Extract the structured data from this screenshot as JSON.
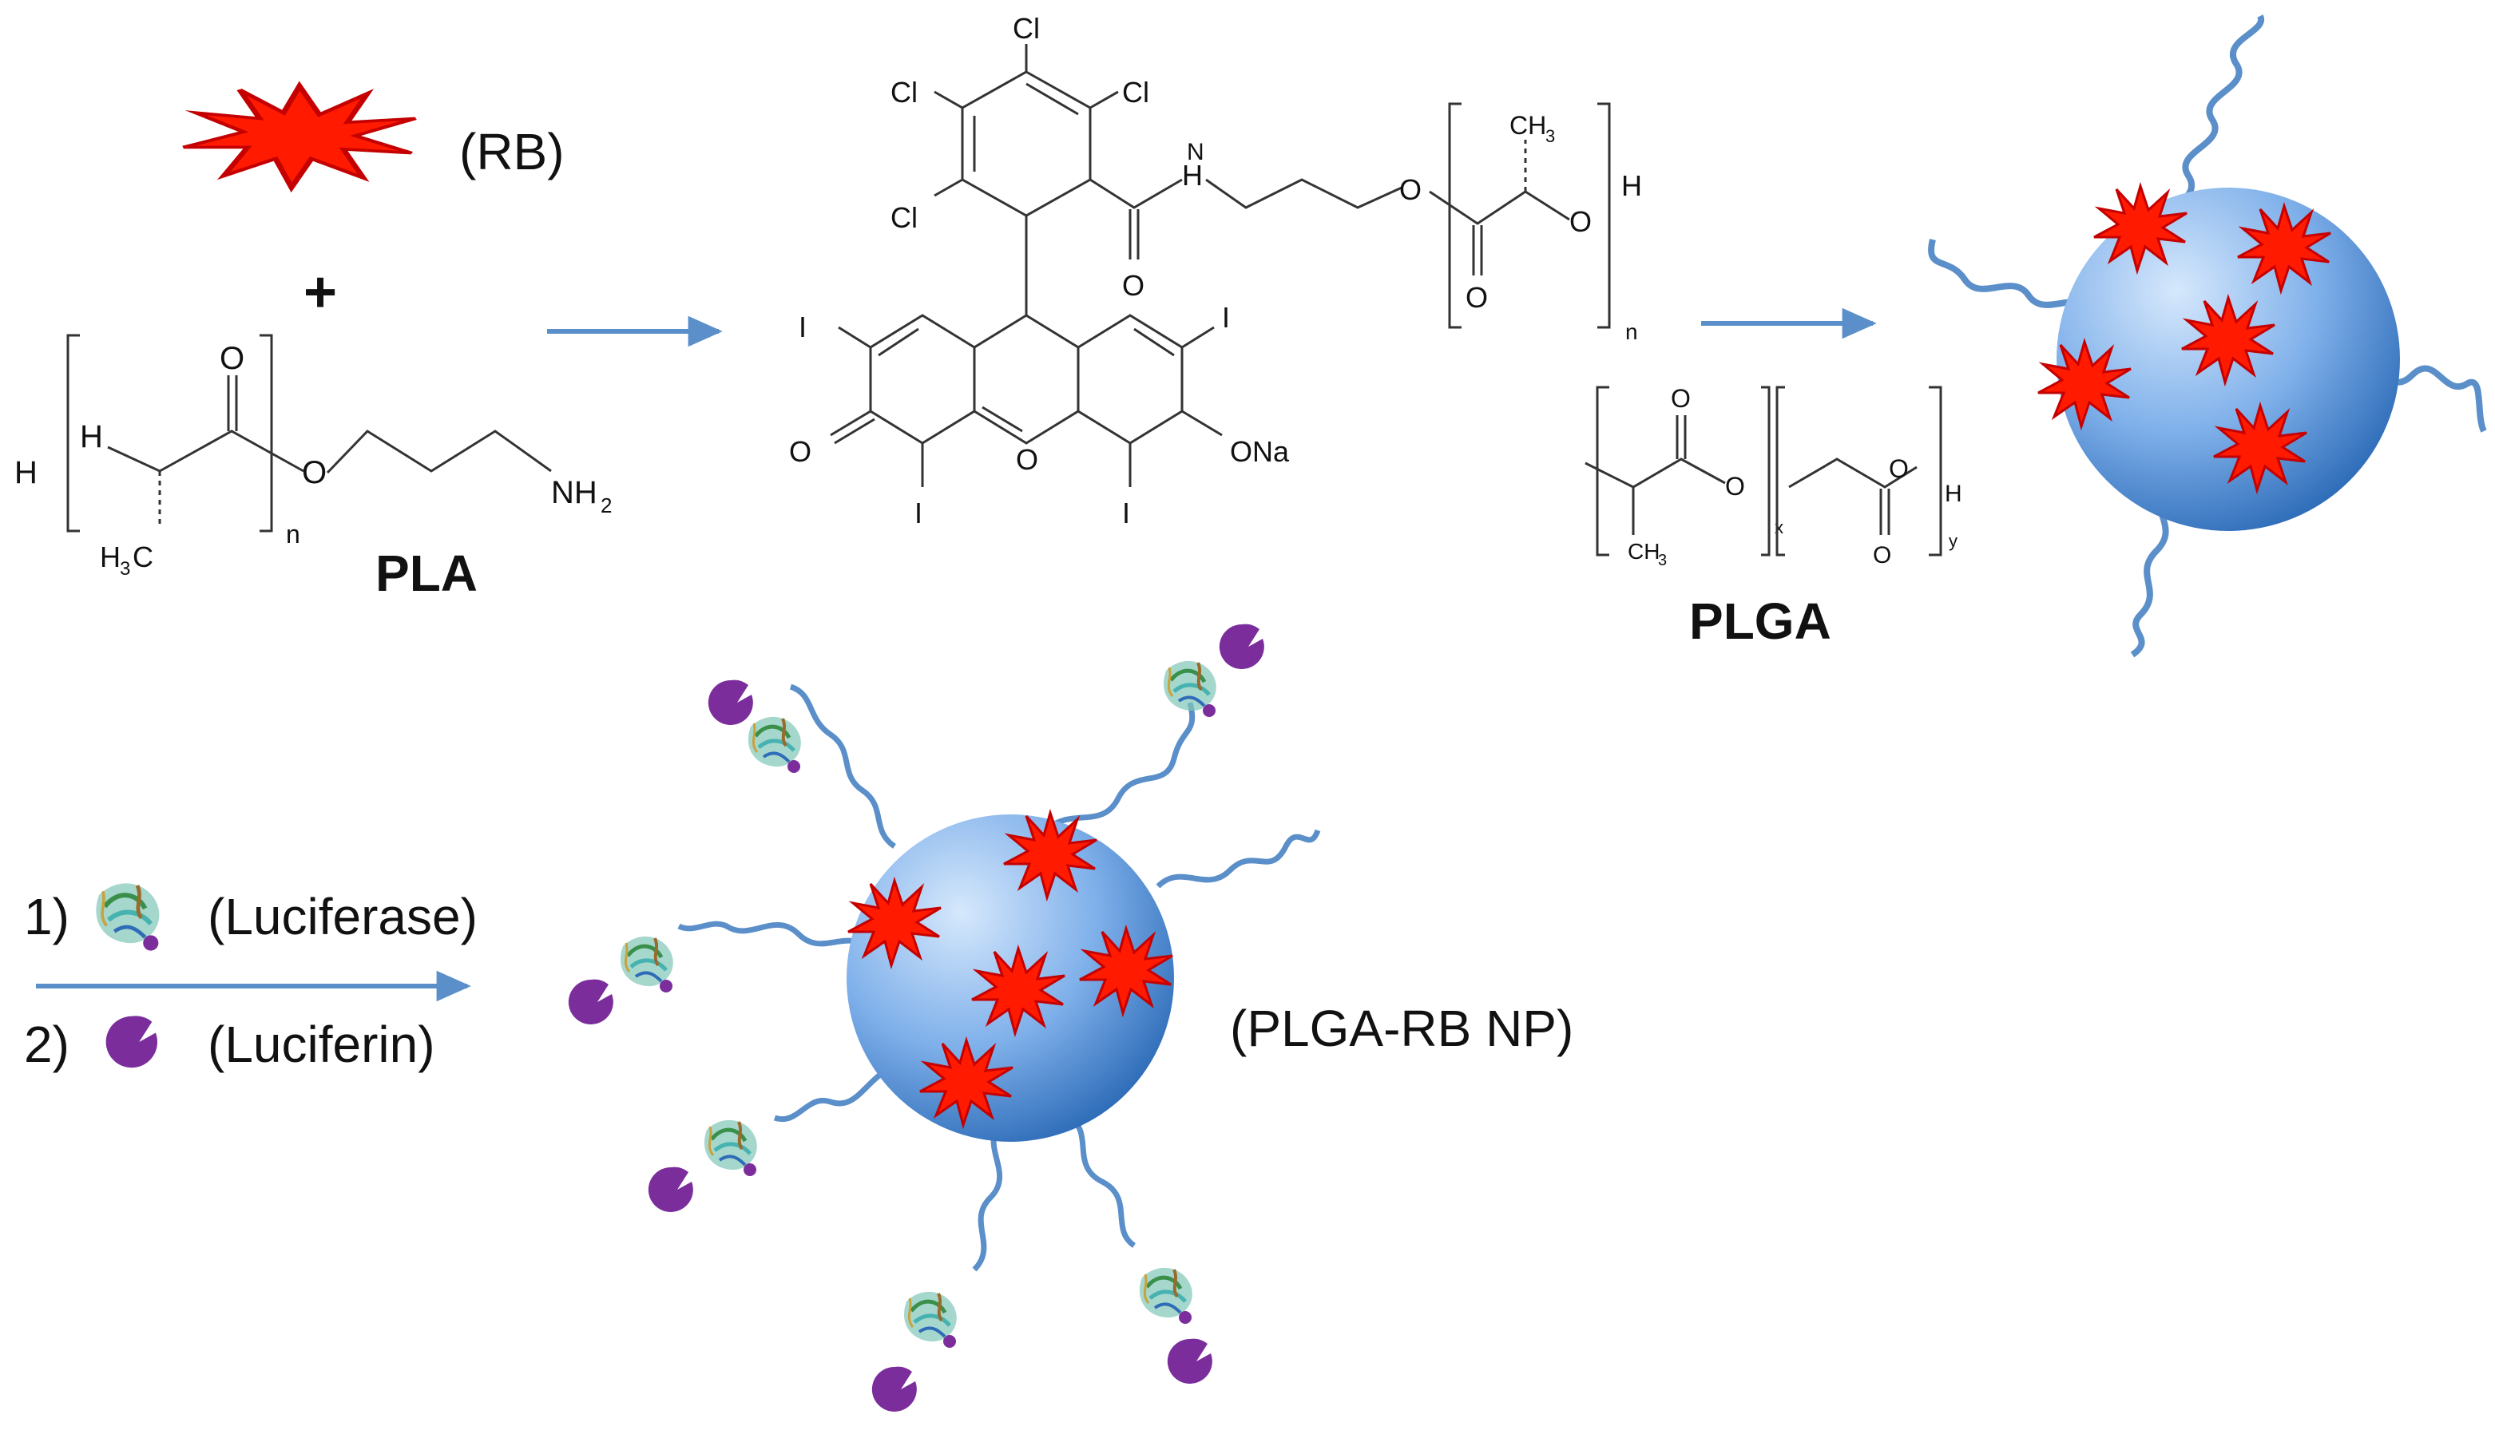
{
  "colors": {
    "arrow": "#5b8fc9",
    "star_fill": "#ff1a00",
    "star_stroke": "#c40000",
    "sphere_light": "#cfe3fb",
    "sphere_mid": "#6aa3e6",
    "sphere_dark": "#2e6cb8",
    "luciferin": "#7b2d9c",
    "enzyme_green": "#3a8f4a",
    "enzyme_teal": "#46b3b0",
    "enzyme_brown": "#9a6a2b"
  },
  "icons": {
    "rb": "red-star-icon",
    "luciferase": "protein-ribbon-icon",
    "luciferin": "pacman-molecule-icon",
    "nanoparticle": "blue-sphere-icon"
  },
  "labels": {
    "rb": "(RB)",
    "plus": "+",
    "pla": "PLA",
    "plga": "PLGA",
    "step1_num": "1)",
    "step1_name": "(Luciferase)",
    "step2_num": "2)",
    "step2_name": "(Luciferin)",
    "product": "(PLGA-RB NP)"
  },
  "pla_structure": {
    "h_left": "H",
    "h_inner": "H",
    "o_carbonyl": "O",
    "o_ester": "O",
    "nh2": "NH",
    "nh2_sub": "2",
    "ch3": "H",
    "ch3_sub": "3",
    "ch3_c": "C",
    "n": "n"
  },
  "conjugate_structure": {
    "cl1": "Cl",
    "cl2": "Cl",
    "cl3": "Cl",
    "cl4": "Cl",
    "i1": "I",
    "i2": "I",
    "i3": "I",
    "i4": "I",
    "o_ketone": "O",
    "o_ring": "O",
    "ona": "ONa",
    "o_amide": "O",
    "nh": "N",
    "nh_h": "H",
    "o_link": "O",
    "o_bracket": "O",
    "o_carbonyl": "O",
    "h_end": "H",
    "ch3": "CH",
    "ch3_sub": "3",
    "n": "n"
  },
  "plga_structure": {
    "o1": "O",
    "o2": "O",
    "o3": "O",
    "o4": "O",
    "h": "H",
    "ch3": "CH",
    "ch3_sub": "3",
    "x": "x",
    "y": "y"
  }
}
